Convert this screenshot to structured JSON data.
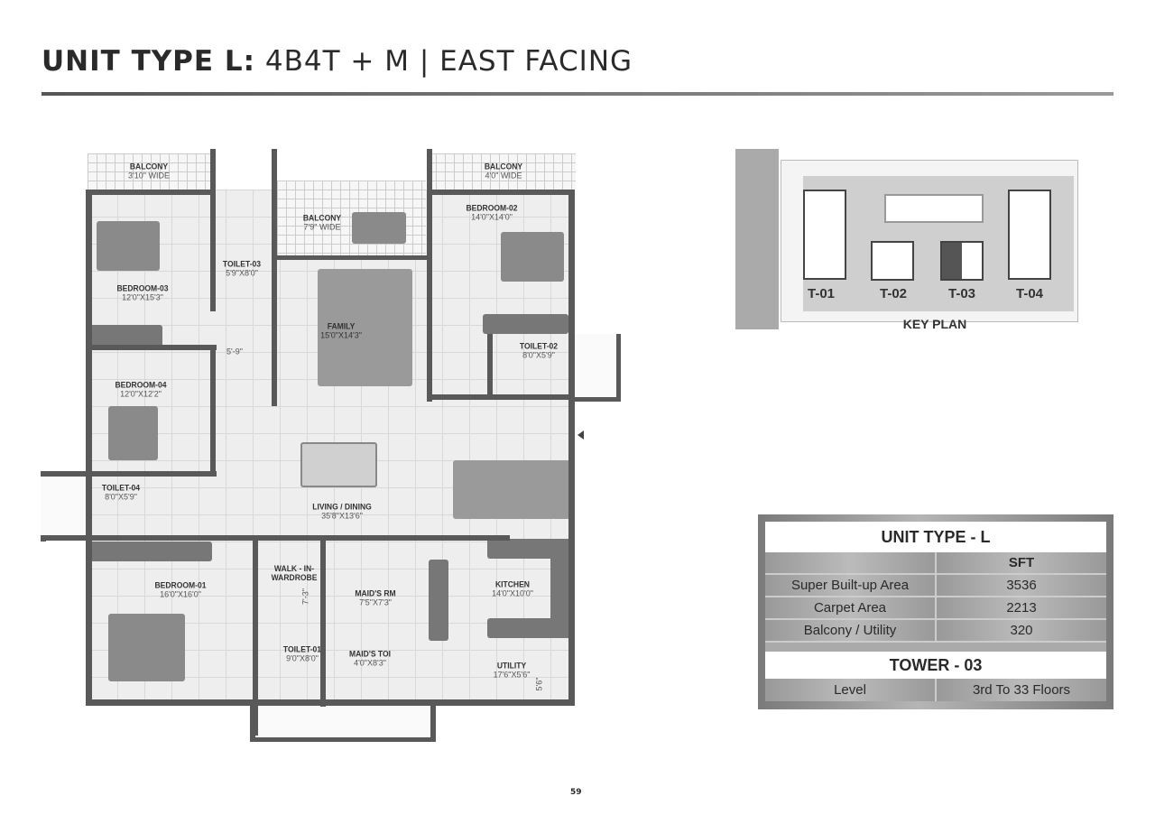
{
  "header": {
    "title_bold": "UNIT TYPE L:",
    "title_rest": " 4B4T + M | EAST FACING"
  },
  "rooms": [
    {
      "name": "BALCONY",
      "dim": "3'10\" WIDE"
    },
    {
      "name": "BALCONY",
      "dim": "4'0\" WIDE"
    },
    {
      "name": "BALCONY",
      "dim": "7'9\" WIDE"
    },
    {
      "name": "BEDROOM-02",
      "dim": "14'0\"X14'0\""
    },
    {
      "name": "TOILET-03",
      "dim": "5'9\"X8'0\""
    },
    {
      "name": "BEDROOM-03",
      "dim": "12'0\"X15'3\""
    },
    {
      "name": "FAMILY",
      "dim": "15'0\"X14'3\""
    },
    {
      "name": "TOILET-02",
      "dim": "8'0\"X5'9\""
    },
    {
      "name": "BEDROOM-04",
      "dim": "12'0\"X12'2\""
    },
    {
      "name": "TOILET-04",
      "dim": "8'0\"X5'9\""
    },
    {
      "name": "LIVING / DINING",
      "dim": "35'8\"X13'6\""
    },
    {
      "name": "WALK - IN-",
      "dim": "WARDROBE"
    },
    {
      "name": "BEDROOM-01",
      "dim": "16'0\"X16'0\""
    },
    {
      "name": "MAID'S RM",
      "dim": "7'5\"X7'3\""
    },
    {
      "name": "KITCHEN",
      "dim": "14'0\"X10'0\""
    },
    {
      "name": "TOILET-01",
      "dim": "9'0\"X8'0\""
    },
    {
      "name": "MAID'S TOI",
      "dim": "4'0\"X8'3\""
    },
    {
      "name": "UTILITY",
      "dim": "17'6\"X5'6\""
    }
  ],
  "dims": {
    "passage": "5'-9\"",
    "wardrobe": "7'-3\"",
    "utility": "5'6\""
  },
  "keyplan": {
    "towers": [
      "T-01",
      "T-02",
      "T-03",
      "T-04"
    ],
    "label": "KEY PLAN",
    "highlight": "T-03"
  },
  "table": {
    "title": "UNIT TYPE - L",
    "unit_header": "SFT",
    "rows": [
      {
        "label": "Super Built-up Area",
        "value": "3536"
      },
      {
        "label": "Carpet Area",
        "value": "2213"
      },
      {
        "label": "Balcony / Utility",
        "value": "320"
      }
    ],
    "tower": "TOWER - 03",
    "level_label": "Level",
    "level_value": "3rd To 33 Floors"
  },
  "page_number": "59"
}
